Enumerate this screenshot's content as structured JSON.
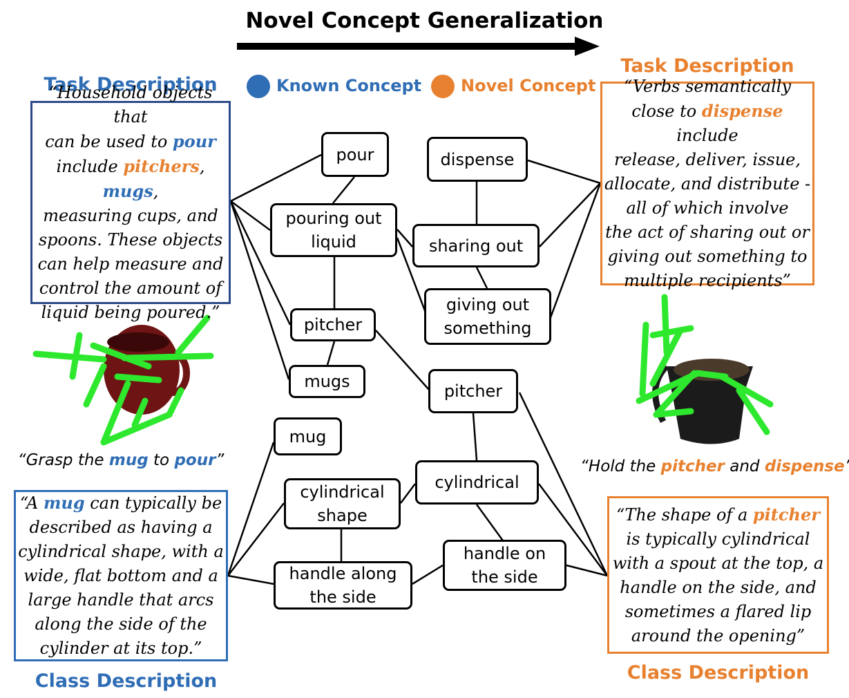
{
  "colors": {
    "known": "#2f6db5",
    "novel": "#e8812f"
  },
  "title": "Novel Concept Generalization",
  "legend": {
    "known": "Known Concept",
    "novel": "Novel Concept"
  },
  "left": {
    "task_heading": "Task Description",
    "task_text": {
      "l1": "“Household objects that",
      "l2_pre": "can be used to ",
      "l2_hl": "pour",
      "l3_hl1": "pitchers",
      "l3_sep": ", ",
      "l3_hl2": "mugs",
      "l3_pre": "include ",
      "l3_post": ",",
      "l4": "measuring cups, and",
      "l5": "spoons. These objects",
      "l6": "can help measure and",
      "l7": "control the amount of",
      "l8": "liquid being poured.”"
    },
    "caption": {
      "pre": "“Grasp the ",
      "hl1": "mug",
      "mid": " to ",
      "hl2": "pour",
      "post": "”"
    },
    "class_text": {
      "l1_pre": "“A ",
      "l1_hl": "mug",
      "l1_post": " can typically be",
      "l2": "described as having a",
      "l3": "cylindrical shape, with a",
      "l4": "wide, flat bottom and a",
      "l5": "large handle that arcs",
      "l6": "along the side of the",
      "l7": "cylinder at its top.”"
    },
    "class_heading": "Class Description"
  },
  "right": {
    "task_heading": "Task Description",
    "task_text": {
      "l1": "“Verbs semantically",
      "l2_pre": "close to ",
      "l2_hl": "dispense",
      "l2_post": " include",
      "l3": "release, deliver, issue,",
      "l4": "allocate, and distribute -",
      "l5": "all of which involve",
      "l6": "the act of sharing out or",
      "l7": "giving out something to",
      "l8": "multiple recipients”"
    },
    "caption": {
      "pre": "“Hold the ",
      "hl1": "pitcher",
      "mid": " and ",
      "hl2": "dispense",
      "post": "”"
    },
    "class_text": {
      "l1_pre": "“The shape of a ",
      "l1_hl": "pitcher",
      "l2": "is typically cylindrical",
      "l3": "with a spout at the top, a",
      "l4": "handle on the side, and",
      "l5": "sometimes a flared lip",
      "l6": "around the opening”"
    },
    "class_heading": "Class Description"
  },
  "graph": {
    "nodes": {
      "pour": "pour",
      "pouring_l1": "pouring out",
      "pouring_l2": "liquid",
      "pitcher_left": "pitcher",
      "mugs": "mugs",
      "mug": "mug",
      "cyl_shape_l1": "cylindrical",
      "cyl_shape_l2": "shape",
      "handle_along_l1": "handle along",
      "handle_along_l2": "the side",
      "dispense": "dispense",
      "sharing_out": "sharing out",
      "giving_l1": "giving out",
      "giving_l2": "something",
      "pitcher_right": "pitcher",
      "cylindrical": "cylindrical",
      "handle_on_l1": "handle on",
      "handle_on_l2": "the side"
    }
  }
}
